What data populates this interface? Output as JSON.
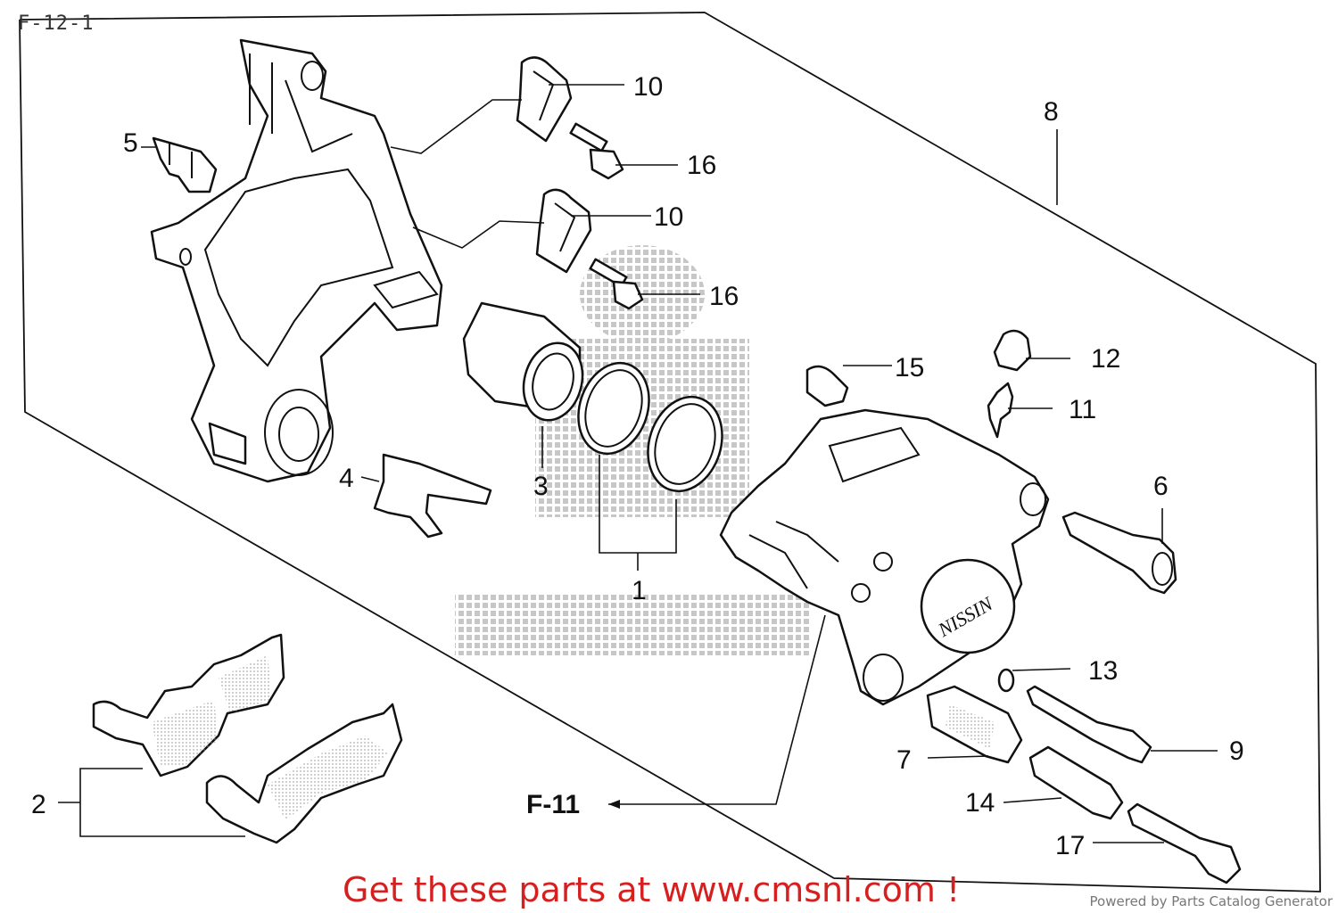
{
  "page_code": "F-12-1",
  "callouts": {
    "c1": "1",
    "c2": "2",
    "c3": "3",
    "c4": "4",
    "c5": "5",
    "c6": "6",
    "c7": "7",
    "c8": "8",
    "c9": "9",
    "c10a": "10",
    "c10b": "10",
    "c11": "11",
    "c12": "12",
    "c13": "13",
    "c14": "14",
    "c15": "15",
    "c16a": "16",
    "c16b": "16",
    "c17": "17"
  },
  "reference": "F-11",
  "promo_text": "Get these parts at www.cmsnl.com !",
  "credit_text": "Powered by Parts Catalog Generator",
  "colors": {
    "promo": "#d62020",
    "line": "#111111"
  }
}
